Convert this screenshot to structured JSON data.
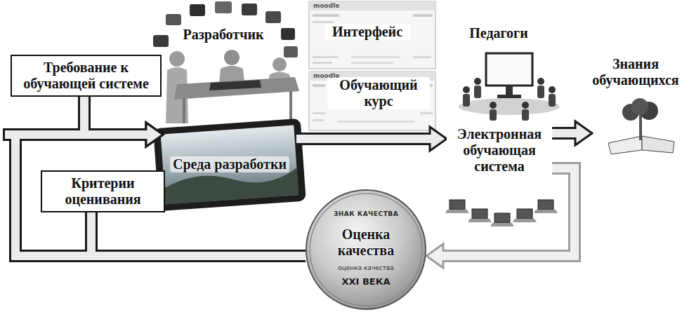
{
  "diagram": {
    "nodes": [
      {
        "text": [
          "Требование к обучающей системе"
        ]
      },
      {
        "text": [
          "Разработчик"
        ]
      },
      {
        "text": [
          "Среда разработки"
        ]
      },
      {
        "text": [
          "Интерфейс"
        ]
      },
      {
        "text": [
          "Обучающий курс"
        ]
      },
      {
        "text": [
          "Педагоги"
        ]
      },
      {
        "text": [
          "Электронная обучающая система"
        ]
      },
      {
        "text": [
          "Знания обучающихся"
        ]
      },
      {
        "text": [
          "Критерии оценивания"
        ]
      },
      {
        "text": [
          "Оценка качества"
        ]
      }
    ],
    "edges": [
      {
        "from": 0,
        "to": 2,
        "arrow": "to"
      },
      {
        "from": 2,
        "to": 6,
        "arrow": "to"
      },
      {
        "from": 6,
        "to": 7,
        "arrow": "to"
      },
      {
        "from": 6,
        "to": 9,
        "arrow": "to"
      },
      {
        "from": 9,
        "to": 2,
        "arrow": "to"
      },
      {
        "from": 8,
        "to": 2,
        "arrow": "to"
      }
    ],
    "labels": [
      "moodle",
      "moodle",
      "ЗНАК КАЧЕСТВА",
      "оценка качества",
      "XXI ВЕКА"
    ]
  }
}
